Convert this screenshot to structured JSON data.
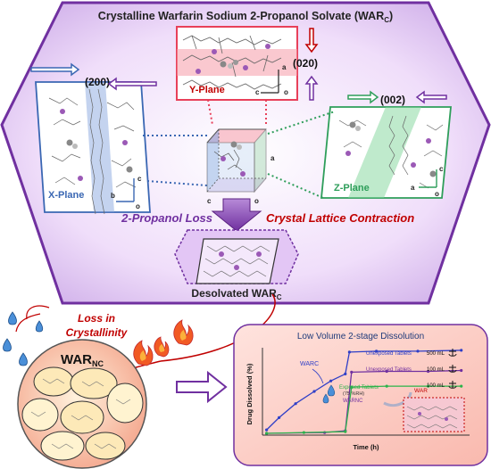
{
  "title": {
    "main": "Crystalline Warfarin Sodium 2-Propanol Solvate (WAR",
    "sub": "C",
    "close": ")"
  },
  "planes": {
    "y": {
      "miller": "(020)",
      "label": "Y-Plane",
      "axis_a": "a",
      "axis_c": "c",
      "origin": "o"
    },
    "x": {
      "miller": "(200)",
      "label": "X-Plane",
      "axis_c": "c",
      "axis_b": "b",
      "origin": "o"
    },
    "z": {
      "miller": "(002)",
      "label": "Z-Plane",
      "axis_c": "c",
      "axis_a": "a",
      "origin": "o"
    }
  },
  "cell": {
    "axis_c": "c",
    "axis_o": "o",
    "axis_a": "a"
  },
  "process": {
    "loss": "2-Propanol Loss",
    "contraction": "Crystal Lattice Contraction"
  },
  "desolvated": {
    "main": "Desolvated WAR",
    "sub": "C"
  },
  "amorphous": {
    "loss_line1": "Loss in",
    "loss_line2": "Crystallinity",
    "war_main": "WAR",
    "war_sub": "NC"
  },
  "chart_data": {
    "type": "line",
    "title": "Low Volume 2-stage Dissolution",
    "xlabel": "Time (h)",
    "ylabel": "Drug Dissolved (%)",
    "annotations": {
      "warc": "WARC",
      "warnc": "WARNC",
      "war": "WAR",
      "unexposed1": "Unexposed Tablets",
      "unexposed2": "Unexposed Tablets",
      "exposed": "Exposed Tablets",
      "rh": "(75 %RH)",
      "v500": "500 mL",
      "v100a": "100 mL",
      "v100b": "100 mL"
    },
    "series": [
      {
        "color": "#2f3fc7",
        "values": [
          [
            0.02,
            0.06
          ],
          [
            0.08,
            0.2
          ],
          [
            0.16,
            0.36
          ],
          [
            0.25,
            0.5
          ],
          [
            0.33,
            0.62
          ],
          [
            0.4,
            0.7
          ],
          [
            0.42,
            0.95
          ],
          [
            0.55,
            0.96
          ],
          [
            0.75,
            0.96
          ],
          [
            0.96,
            0.97
          ]
        ]
      },
      {
        "color": "#7030a0",
        "values": [
          [
            0.02,
            0.02
          ],
          [
            0.3,
            0.03
          ],
          [
            0.4,
            0.05
          ],
          [
            0.43,
            0.72
          ],
          [
            0.6,
            0.73
          ],
          [
            0.8,
            0.73
          ],
          [
            0.96,
            0.74
          ]
        ]
      },
      {
        "color": "#2bb34a",
        "values": [
          [
            0.02,
            0.02
          ],
          [
            0.2,
            0.03
          ],
          [
            0.4,
            0.04
          ],
          [
            0.43,
            0.55
          ],
          [
            0.6,
            0.56
          ],
          [
            0.8,
            0.56
          ],
          [
            0.96,
            0.56
          ]
        ]
      }
    ]
  },
  "colors": {
    "hexagon": "#e9d5ff",
    "hexagon_border": "#7030a0",
    "yplane": "#e8405a",
    "xplane": "#3a67b3",
    "zplane": "#2e9e5a",
    "arrow": "#7030a0",
    "accent_red": "#c00000"
  }
}
